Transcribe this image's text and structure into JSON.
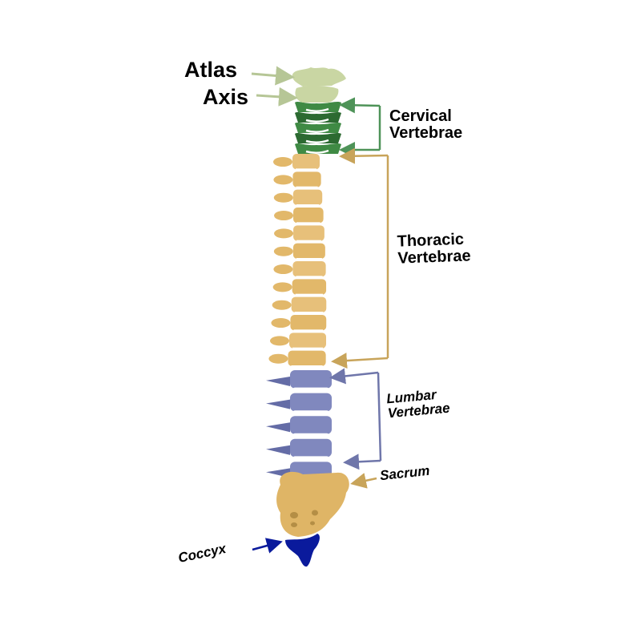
{
  "title": "Vertebral Column",
  "colors": {
    "atlas_axis": "#c9d6a3",
    "cervical": "#3f8a44",
    "cervical_dark": "#2c6a31",
    "thoracic": "#e2b86a",
    "thoracic_dark": "#c79a4c",
    "lumbar": "#8088be",
    "lumbar_dark": "#646ca6",
    "sacrum": "#dfb566",
    "coccyx": "#0a1a9c",
    "disc": "#ffffff",
    "atlas_pointer": "#b6c696",
    "cervical_pointer": "#4e9358",
    "thoracic_pointer": "#c8a45a",
    "lumbar_pointer": "#6f76aa",
    "sacrum_pointer": "#c8a45a",
    "coccyx_pointer": "#0a1a9c"
  },
  "labels": {
    "atlas": "Atlas",
    "axis": "Axis",
    "cervical": [
      "Cervical",
      "Vertebrae"
    ],
    "thoracic": [
      "Thoracic",
      "Vertebrae"
    ],
    "lumbar": [
      "Lumbar",
      "Vertebrae"
    ],
    "sacrum": "Sacrum",
    "coccyx": "Coccyx"
  },
  "segments": {
    "cervical_count": 5,
    "thoracic_count": 12,
    "lumbar_count": 5
  }
}
